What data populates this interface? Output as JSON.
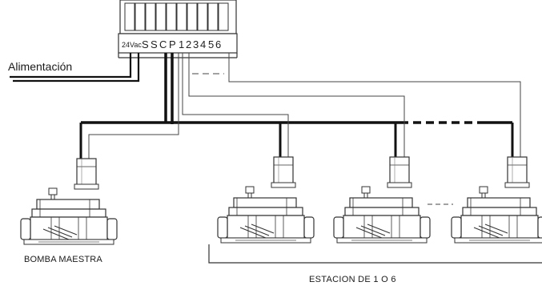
{
  "terminal_strip": {
    "label_24v": "24Vac",
    "terminals": [
      "S",
      "S",
      "C",
      "P",
      "1",
      "2",
      "3",
      "4",
      "5",
      "6"
    ]
  },
  "labels": {
    "power": "Alimentación",
    "master_pump": "BOMBA MAESTRA",
    "stations": "ESTACION DE 1 O 6"
  },
  "valves": [
    {
      "role": "master-pump"
    },
    {
      "role": "station"
    },
    {
      "role": "station"
    },
    {
      "role": "station"
    }
  ]
}
